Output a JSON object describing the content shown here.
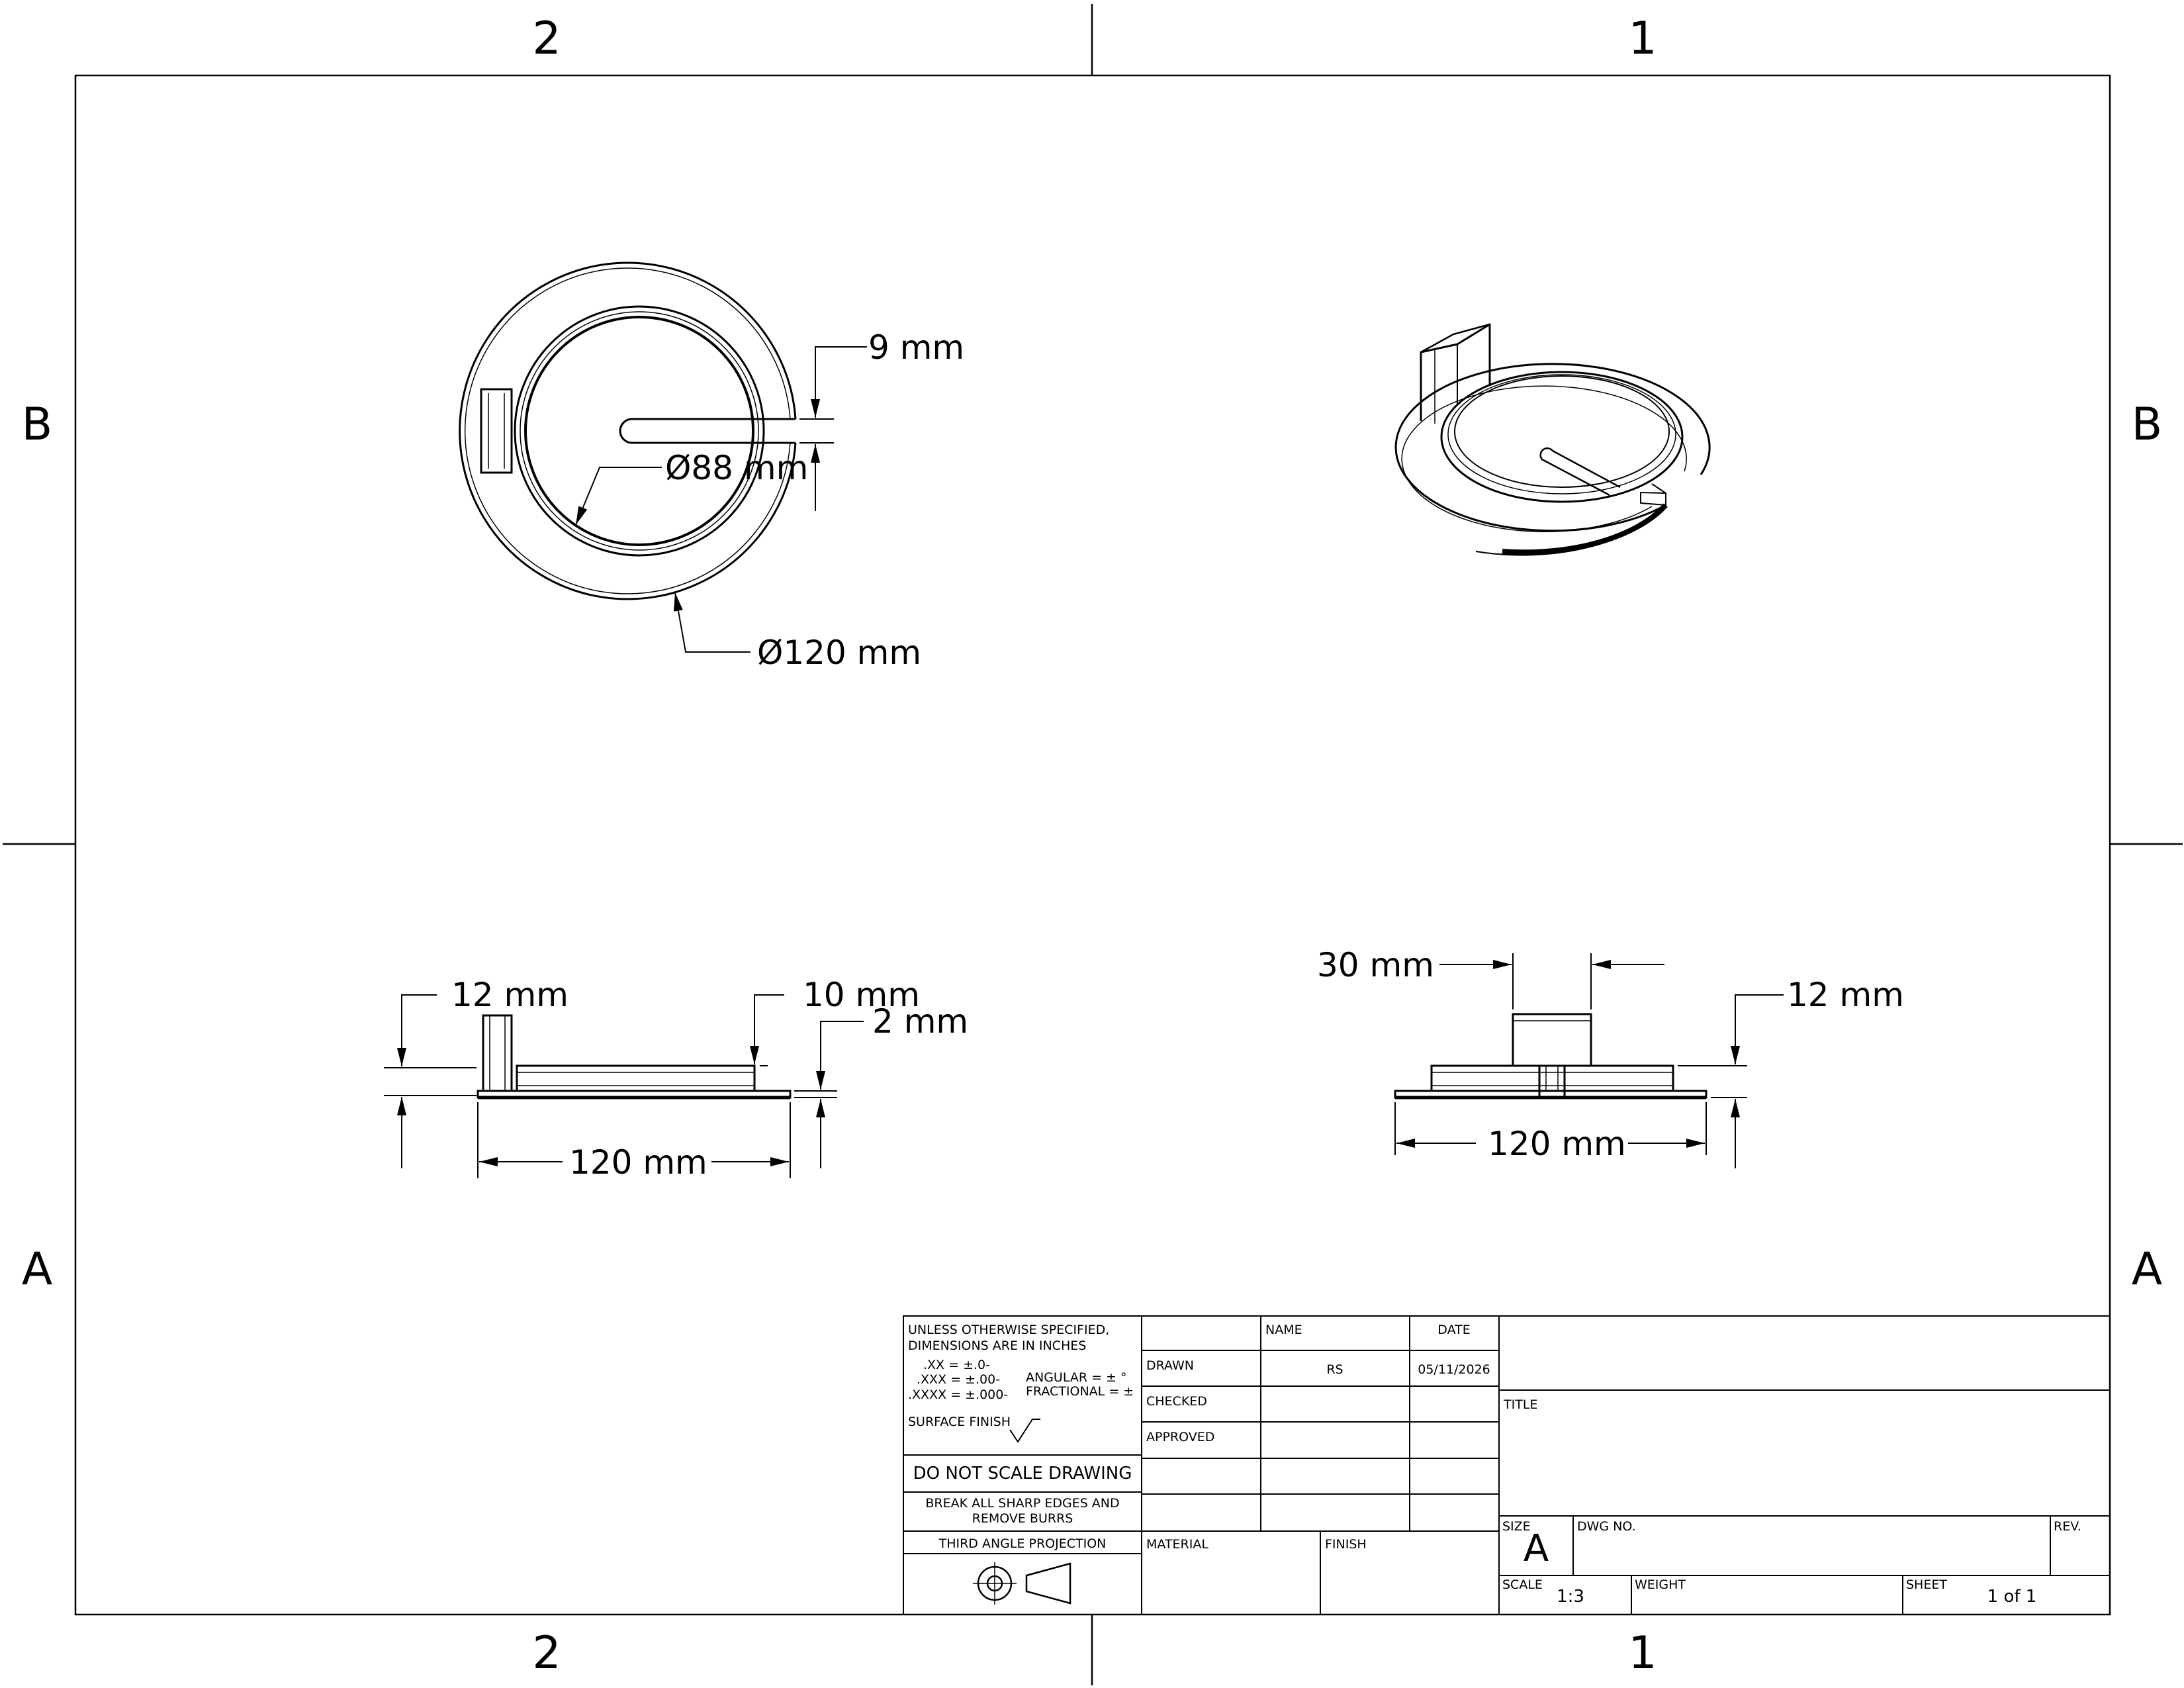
{
  "zones": {
    "top_left": "2",
    "top_right": "1",
    "bottom_left": "2",
    "bottom_right": "1",
    "left_upper": "B",
    "left_lower": "A",
    "right_upper": "B",
    "right_lower": "A"
  },
  "dimensions": {
    "top_slot_width": "9 mm",
    "top_inner_dia": "Ø88 mm",
    "top_outer_dia": "Ø120 mm",
    "front_tab_height": "12 mm",
    "front_rim_height": "10 mm",
    "front_base_thickness": "2 mm",
    "front_width": "120 mm",
    "side_tab_width": "30 mm",
    "side_tab_height": "12 mm",
    "side_width": "120 mm"
  },
  "title_block": {
    "spec_line1": "UNLESS OTHERWISE SPECIFIED,",
    "spec_line2": "DIMENSIONS ARE IN INCHES",
    "tol_xx": ".XX = ±.0-",
    "tol_xxx": ".XXX = ±.00-",
    "tol_xxxx": ".XXXX = ±.000-",
    "angular": "ANGULAR = ± °",
    "fractional": "FRACTIONAL = ±",
    "surface_finish": "SURFACE FINISH",
    "do_not_scale": "DO NOT SCALE DRAWING",
    "break_edges_1": "BREAK ALL SHARP EDGES AND",
    "break_edges_2": "REMOVE BURRS",
    "projection": "THIRD ANGLE PROJECTION",
    "name_header": "NAME",
    "date_header": "DATE",
    "drawn_label": "DRAWN",
    "drawn_name": "RS",
    "drawn_date": "05/11/2026",
    "checked_label": "CHECKED",
    "approved_label": "APPROVED",
    "material_label": "MATERIAL",
    "finish_label": "FINISH",
    "title_label": "TITLE",
    "size_label": "SIZE",
    "size_value": "A",
    "dwg_no_label": "DWG NO.",
    "rev_label": "REV.",
    "scale_label": "SCALE",
    "scale_value": "1:3",
    "weight_label": "WEIGHT",
    "sheet_label": "SHEET",
    "sheet_value": "1 of 1"
  }
}
